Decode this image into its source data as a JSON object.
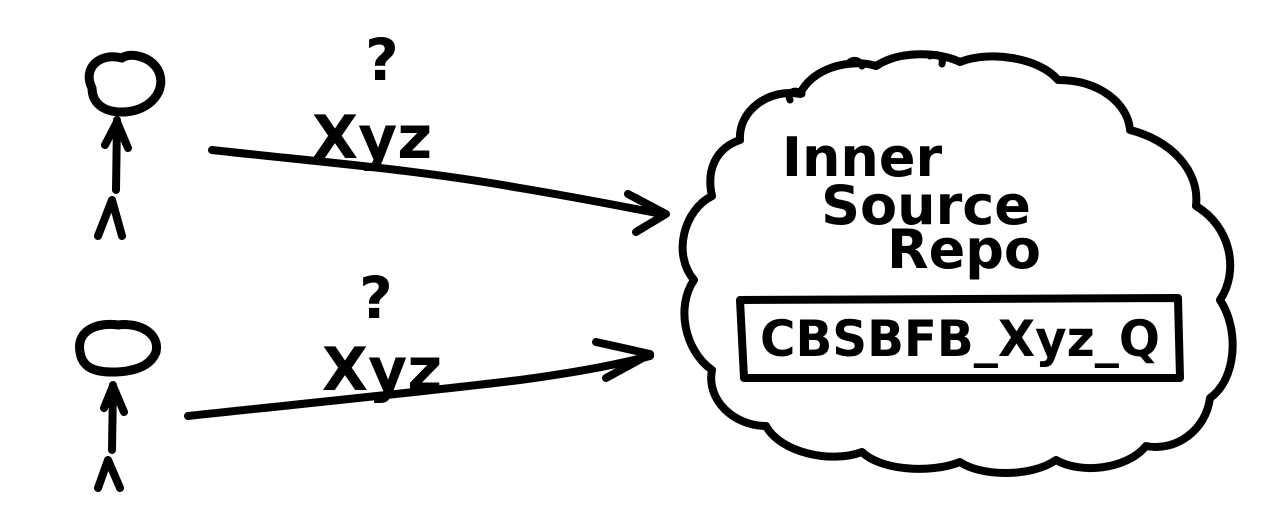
{
  "connections": [
    {
      "query": "?",
      "label": "Xyz"
    },
    {
      "query": "?",
      "label": "Xyz"
    }
  ],
  "repo": {
    "title_line1": "Inner",
    "title_line2": "Source",
    "title_line3": "Repo",
    "item": "CBSBFB_Xyz_Q"
  },
  "colors": {
    "ink": "#000000",
    "paper": "#ffffff"
  }
}
